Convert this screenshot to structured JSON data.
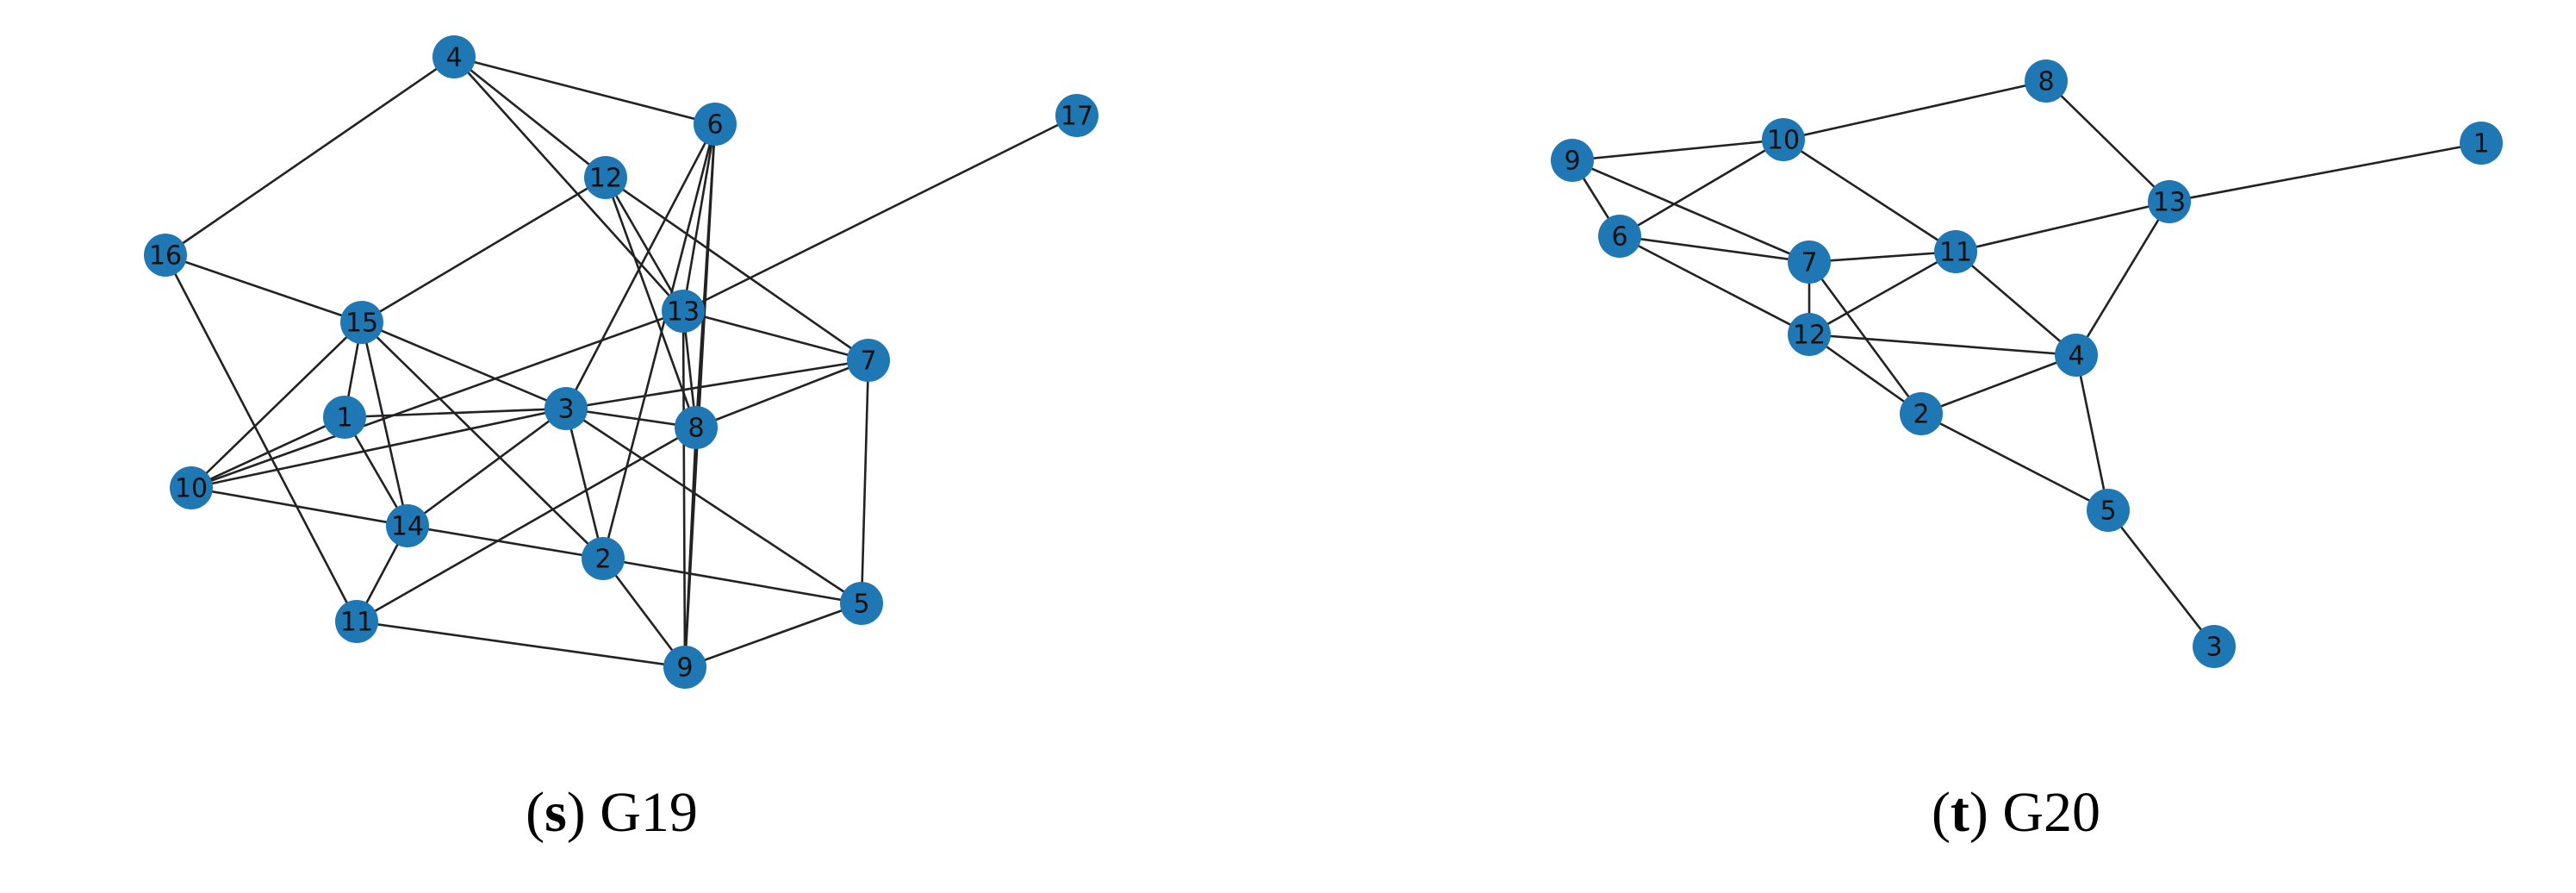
{
  "graphs": [
    {
      "name": "G19",
      "letter": "s",
      "nodes": [
        "1",
        "2",
        "3",
        "4",
        "5",
        "6",
        "7",
        "8",
        "9",
        "10",
        "11",
        "12",
        "13",
        "14",
        "15",
        "16",
        "17"
      ],
      "edges": [
        [
          "4",
          "6"
        ],
        [
          "4",
          "16"
        ],
        [
          "4",
          "12"
        ],
        [
          "4",
          "13"
        ],
        [
          "16",
          "15"
        ],
        [
          "16",
          "11"
        ],
        [
          "15",
          "12"
        ],
        [
          "15",
          "1"
        ],
        [
          "15",
          "14"
        ],
        [
          "15",
          "10"
        ],
        [
          "15",
          "3"
        ],
        [
          "15",
          "2"
        ],
        [
          "12",
          "13"
        ],
        [
          "12",
          "8"
        ],
        [
          "12",
          "7"
        ],
        [
          "6",
          "13"
        ],
        [
          "6",
          "8"
        ],
        [
          "6",
          "9"
        ],
        [
          "6",
          "3"
        ],
        [
          "6",
          "2"
        ],
        [
          "17",
          "13"
        ],
        [
          "13",
          "10"
        ],
        [
          "13",
          "7"
        ],
        [
          "13",
          "8"
        ],
        [
          "13",
          "9"
        ],
        [
          "7",
          "3"
        ],
        [
          "7",
          "8"
        ],
        [
          "7",
          "5"
        ],
        [
          "1",
          "3"
        ],
        [
          "1",
          "10"
        ],
        [
          "1",
          "14"
        ],
        [
          "3",
          "10"
        ],
        [
          "3",
          "14"
        ],
        [
          "3",
          "8"
        ],
        [
          "3",
          "2"
        ],
        [
          "3",
          "5"
        ],
        [
          "10",
          "14"
        ],
        [
          "14",
          "2"
        ],
        [
          "14",
          "11"
        ],
        [
          "8",
          "11"
        ],
        [
          "8",
          "9"
        ],
        [
          "2",
          "9"
        ],
        [
          "2",
          "5"
        ],
        [
          "11",
          "9"
        ],
        [
          "9",
          "5"
        ]
      ]
    },
    {
      "name": "G20",
      "letter": "t",
      "nodes": [
        "1",
        "2",
        "3",
        "4",
        "5",
        "6",
        "7",
        "8",
        "9",
        "10",
        "11",
        "12",
        "13"
      ],
      "edges": [
        [
          "9",
          "10"
        ],
        [
          "9",
          "6"
        ],
        [
          "9",
          "7"
        ],
        [
          "10",
          "8"
        ],
        [
          "10",
          "6"
        ],
        [
          "10",
          "11"
        ],
        [
          "8",
          "13"
        ],
        [
          "13",
          "1"
        ],
        [
          "13",
          "11"
        ],
        [
          "13",
          "4"
        ],
        [
          "6",
          "7"
        ],
        [
          "6",
          "12"
        ],
        [
          "7",
          "11"
        ],
        [
          "7",
          "12"
        ],
        [
          "7",
          "2"
        ],
        [
          "11",
          "12"
        ],
        [
          "11",
          "4"
        ],
        [
          "12",
          "4"
        ],
        [
          "12",
          "2"
        ],
        [
          "4",
          "2"
        ],
        [
          "4",
          "5"
        ],
        [
          "2",
          "5"
        ],
        [
          "5",
          "3"
        ]
      ]
    }
  ]
}
